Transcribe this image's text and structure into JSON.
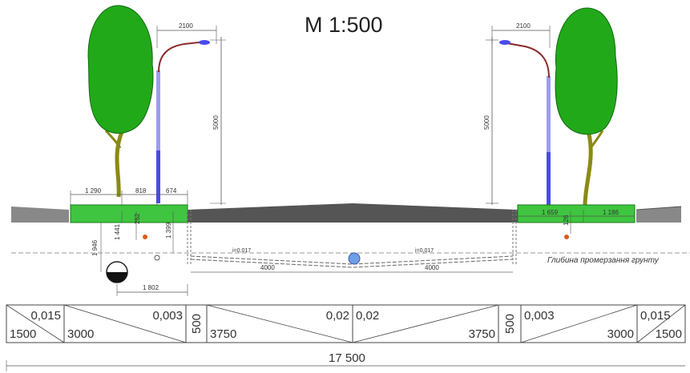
{
  "title": {
    "scale": "М 1:500"
  },
  "lamp_dims": {
    "left_overhang": "2100",
    "left_height": "5000",
    "right_overhang": "2100",
    "right_height": "5000"
  },
  "left_strip_dims": {
    "d1": "1 290",
    "d2": "818",
    "d3": "674",
    "d4": "252",
    "d5": "1 441",
    "d6": "1 399",
    "d7": "1 946",
    "d8": "1 802"
  },
  "right_strip_dims": {
    "d1": "1 659",
    "d2": "1 186",
    "d3": "126"
  },
  "road": {
    "left_slope": "i=0,017",
    "right_slope": "i=0,017",
    "left_width": "4000",
    "right_width": "4000"
  },
  "frost_label": "Глибина промерзання грунту",
  "table": {
    "cells": [
      {
        "slope": "0,015",
        "width": "1500"
      },
      {
        "slope": "0,003",
        "width": "3000"
      },
      {
        "slope": "",
        "width": "500"
      },
      {
        "slope": "0,02",
        "width": "3750"
      },
      {
        "slope": "0,02",
        "width": "3750"
      },
      {
        "slope": "",
        "width": "500"
      },
      {
        "slope": "0,003",
        "width": "3000"
      },
      {
        "slope": "0,015",
        "width": "1500"
      }
    ]
  },
  "total_width": "17 500",
  "colors": {
    "tree": "#22a91a",
    "trunk": "#8a8a14",
    "pole": "#4a4aee",
    "pole_light": "#9d9dee",
    "arm": "#8a2a2a",
    "grass": "#3fc53f",
    "road": "#555555",
    "shoulder": "#888888"
  }
}
